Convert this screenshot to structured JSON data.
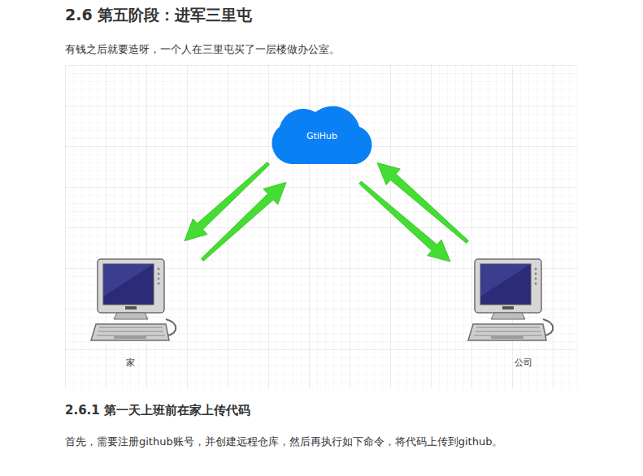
{
  "diagram": {
    "title": "2.6 第五阶段：进军三里屯",
    "nodes": [
      {
        "text": [
          "GtiHub"
        ]
      },
      {
        "text": [
          "家"
        ]
      },
      {
        "text": [
          "公司"
        ]
      }
    ],
    "edges": [
      {
        "from": 1,
        "to": 0,
        "arrow": "to"
      },
      {
        "from": 0,
        "to": 1,
        "arrow": "to"
      },
      {
        "from": 0,
        "to": 2,
        "arrow": "to"
      },
      {
        "from": 2,
        "to": 0,
        "arrow": "to"
      }
    ],
    "labels": [
      "有钱之后就要造呀，一个人在三里屯买了一层楼做办公室。",
      "2.6.1 第一天上班前在家上传代码",
      "首先，需要注册github账号，并创建远程仓库，然后再执行如下命令，将代码上传到github。"
    ]
  }
}
